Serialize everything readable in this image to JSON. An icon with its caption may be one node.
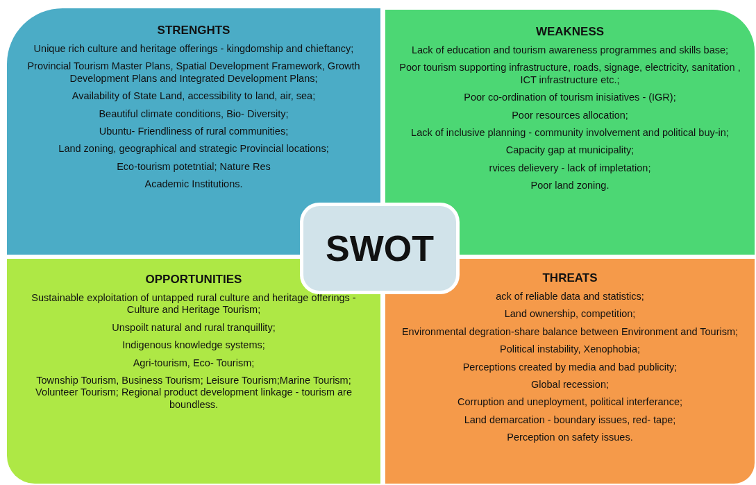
{
  "diagram": {
    "nodes": [
      {
        "text": [
          "STRENGHTS",
          "Unique rich culture and heritage offerings - kingdomship and chieftancy;",
          "Provincial Tourism Master Plans, Spatial Development Framework, Growth Development Plans and Integrated Development Plans;",
          "Availability of State Land, accessibility  to land, air, sea;",
          "Beautiful climate conditions, Bio- Diversity;",
          "Ubuntu- Friendliness of rural communities;",
          "Land zoning, geographical and strategic Provincial locations;",
          "Eco-tourism potetntial; Nature Res",
          "Academic Institutions."
        ]
      },
      {
        "text": [
          "WEAKNESS",
          "Lack of education and tourism awareness programmes and skills base;",
          "Poor tourism supporting infrastructure, roads, signage, electricity, sanitation , ICT infrastructure etc.;",
          "Poor co-ordination of tourism inisiatives - (IGR);",
          "Poor resources allocation;",
          "Lack of inclusive planning - community involvement and political buy-in;",
          "Capacity gap at municipality;",
          "rvices delievery - lack of impletation;",
          "Poor land  zoning."
        ]
      },
      {
        "text": [
          "SWOT"
        ]
      },
      {
        "text": [
          "OPPORTUNITIES",
          "Sustainable exploitation of untapped rural culture and heritage offerings - Culture and Heritage Tourism;",
          "Unspoilt natural and rural tranquillity;",
          "Indigenous knowledge systems;",
          "Agri-tourism, Eco- Tourism;",
          "Township Tourism, Business Tourism; Leisure Tourism;Marine Tourism; Volunteer Tourism; Regional product development linkage - tourism are boundless."
        ]
      },
      {
        "text": [
          "THREATS",
          "ack of reliable data and statistics;",
          "Land ownership, competition;",
          "Environmental degration-share balance between Environment and Tourism;",
          "Political instability, Xenophobia;",
          "Perceptions created by media and bad publicity;",
          "Global recession;",
          "Corruption and uneployment, political interferance;",
          "Land demarcation - boundary issues, red- tape;",
          "Perception on safety issues."
        ]
      }
    ]
  }
}
